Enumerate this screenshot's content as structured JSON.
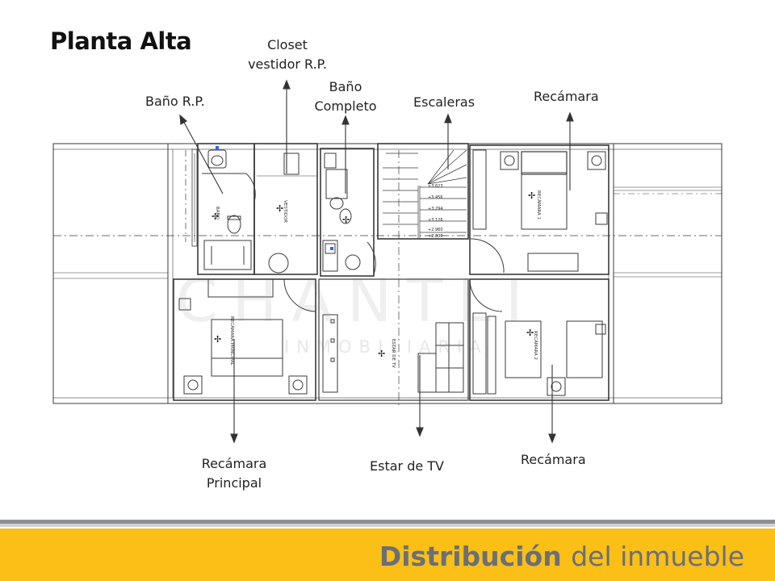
{
  "slide": {
    "title": "Planta Alta",
    "footer": {
      "part1": "Distribución",
      "part2": "del inmueble"
    }
  },
  "watermark": {
    "brand": "CHANTLI",
    "sub": "INMOBILIARIA"
  },
  "labels": {
    "closet_line1": "Closet",
    "closet_line2": "vestidor R.P.",
    "bano_rp": "Baño R.P.",
    "bano_completo_line1": "Baño",
    "bano_completo_line2": "Completo",
    "escaleras": "Escaleras",
    "recamara_top": "Recámara",
    "recamara_principal_line1": "Recámara",
    "recamara_principal_line2": "Principal",
    "estar_tv": "Estar de TV",
    "recamara_bottom": "Recámara"
  },
  "plan_text": {
    "recamara_principal": "RECÁMARA PRINCIPAL",
    "recamara_1": "RECÁMARA 1",
    "recamara_2": "RECÁMARA 2",
    "vestidor": "VESTIDOR",
    "bano": "BAÑO",
    "estar_tv": "ESTAR DE TV",
    "levels": [
      "+3.623",
      "+3.456",
      "+3.294",
      "+3.126",
      "+2.960",
      "+2.800"
    ]
  },
  "colors": {
    "accent": "#fbbf16",
    "divider": "#8d8f94",
    "footer_text": "#6a6f78"
  }
}
